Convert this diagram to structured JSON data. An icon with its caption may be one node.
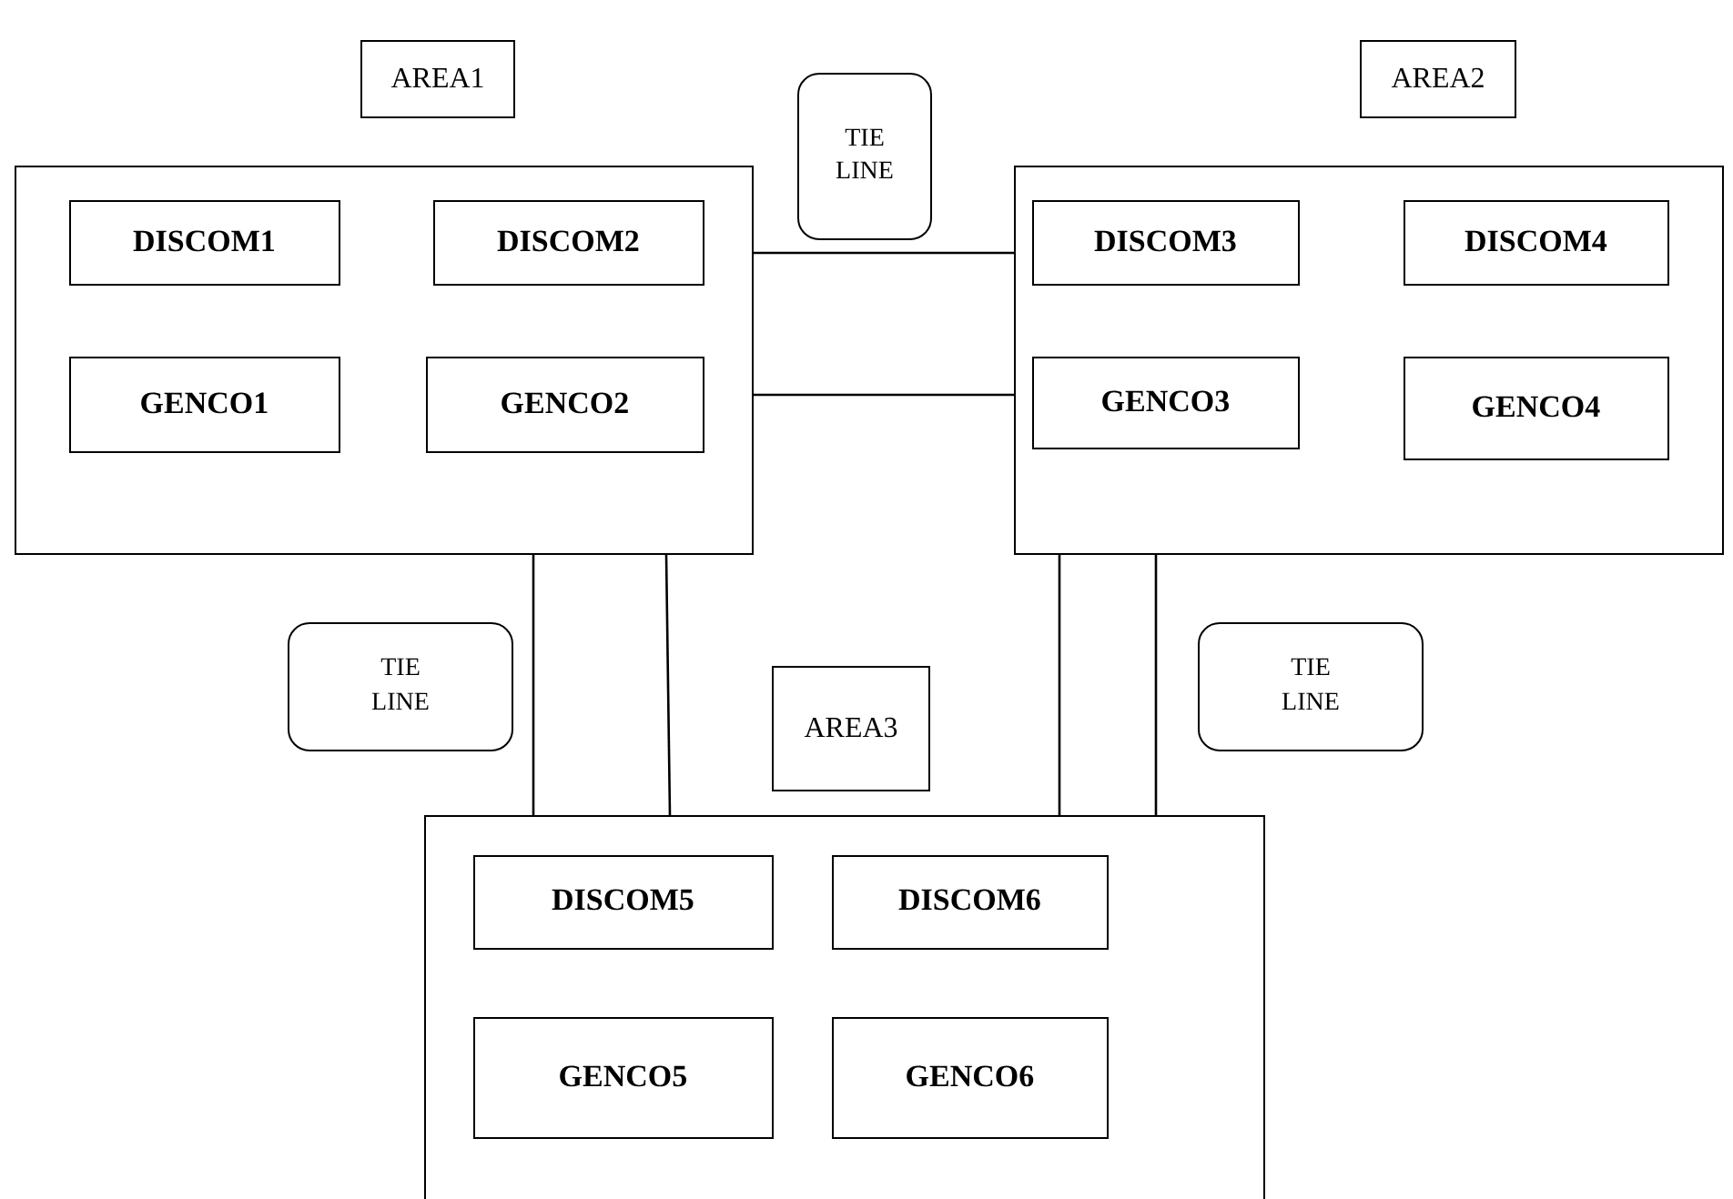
{
  "diagram": {
    "nodes": [
      {
        "text": [
          "AREA1"
        ]
      },
      {
        "text": [
          "TIE LINE"
        ]
      },
      {
        "text": [
          "AREA2"
        ]
      },
      {
        "text": [],
        "shape": "box"
      },
      {
        "text": [
          "DISCOM1"
        ],
        "in": 3
      },
      {
        "text": [
          "DISCOM2"
        ],
        "in": 3
      },
      {
        "text": [
          "GENCO1"
        ],
        "in": 3
      },
      {
        "text": [
          "GENCO2"
        ],
        "in": 3
      },
      {
        "text": [],
        "shape": "box"
      },
      {
        "text": [
          "DISCOM3"
        ],
        "in": 8
      },
      {
        "text": [
          "DISCOM4"
        ],
        "in": 8
      },
      {
        "text": [
          "GENCO3"
        ],
        "in": 8
      },
      {
        "text": [
          "GENCO4"
        ],
        "in": 8
      },
      {
        "text": [
          "TIE LINE"
        ]
      },
      {
        "text": [
          "AREA3"
        ]
      },
      {
        "text": [
          "TIE LINE"
        ]
      },
      {
        "text": [],
        "shape": "box"
      },
      {
        "text": [
          "DISCOM5"
        ],
        "in": 16
      },
      {
        "text": [
          "DISCOM6"
        ],
        "in": 16
      },
      {
        "text": [
          "GENCO5"
        ],
        "in": 16
      },
      {
        "text": [
          "GENCO6"
        ],
        "in": 16
      }
    ],
    "edges": [
      {
        "from": 3,
        "to": 8,
        "arrow": "none"
      },
      {
        "from": 3,
        "to": 8,
        "arrow": "none"
      },
      {
        "from": 3,
        "to": 16,
        "arrow": "none"
      },
      {
        "from": 3,
        "to": 16,
        "arrow": "none"
      },
      {
        "from": 8,
        "to": 16,
        "arrow": "none"
      },
      {
        "from": 8,
        "to": 16,
        "arrow": "none"
      }
    ]
  }
}
